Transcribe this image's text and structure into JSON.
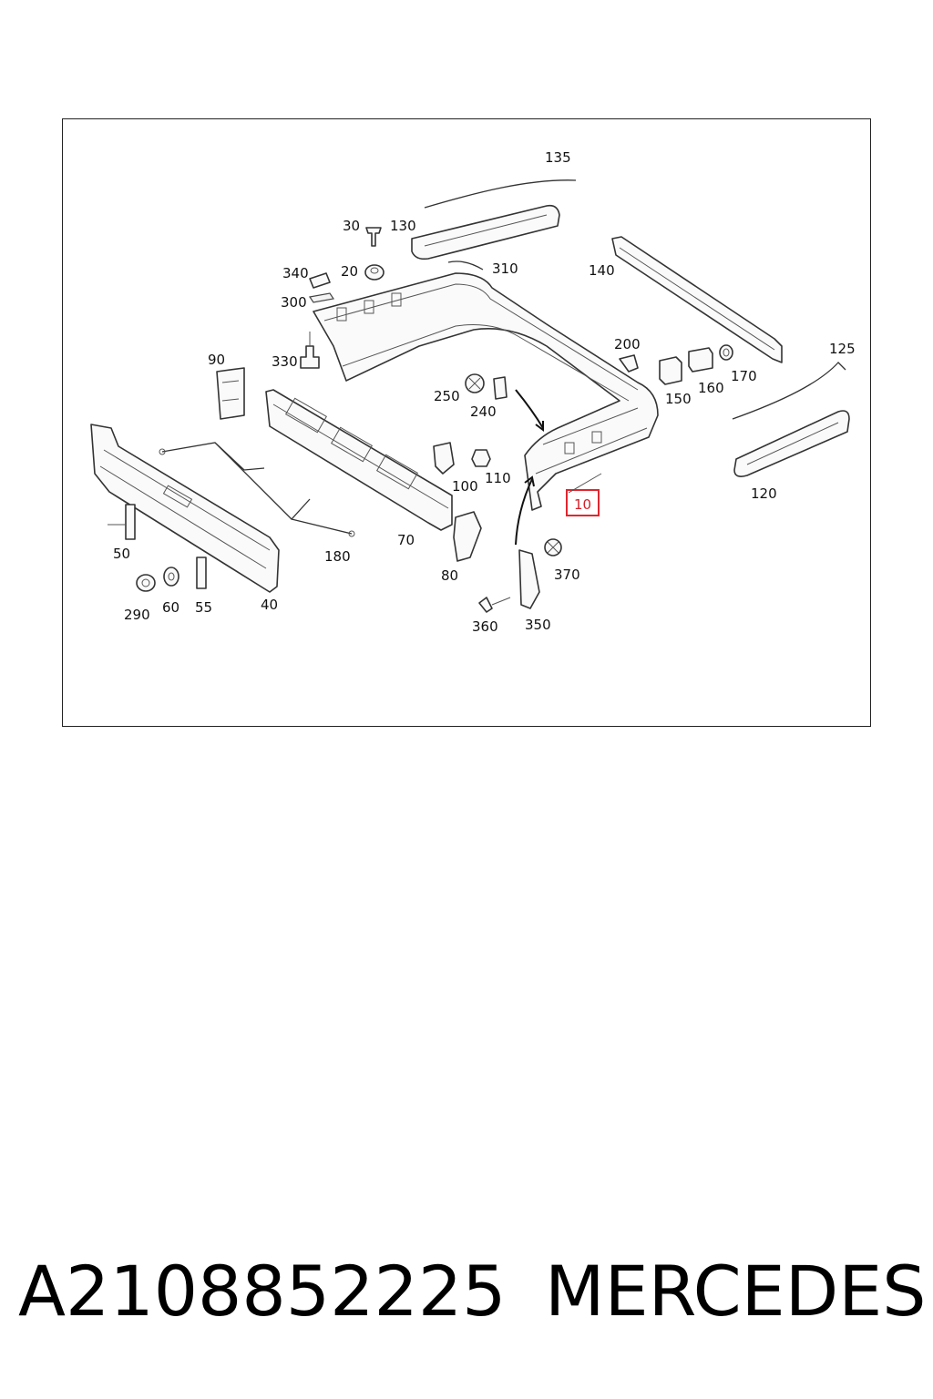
{
  "diagram": {
    "callouts": {
      "c135": "135",
      "c30": "30",
      "c130": "130",
      "c340": "340",
      "c20": "20",
      "c310": "310",
      "c140": "140",
      "c300": "300",
      "c330": "330",
      "c90": "90",
      "c200": "200",
      "c125": "125",
      "c250": "250",
      "c240": "240",
      "c150": "150",
      "c160": "160",
      "c170": "170",
      "c100": "100",
      "c110": "110",
      "c10": "10",
      "c120": "120",
      "c50": "50",
      "c180": "180",
      "c70": "70",
      "c80": "80",
      "c370": "370",
      "c290": "290",
      "c60": "60",
      "c55": "55",
      "c40": "40",
      "c360": "360",
      "c350": "350"
    },
    "highlighted_part": "10",
    "highlight_color": "#e0262e"
  },
  "caption": {
    "part_number": "A2108852225",
    "brand": "MERCEDES"
  }
}
